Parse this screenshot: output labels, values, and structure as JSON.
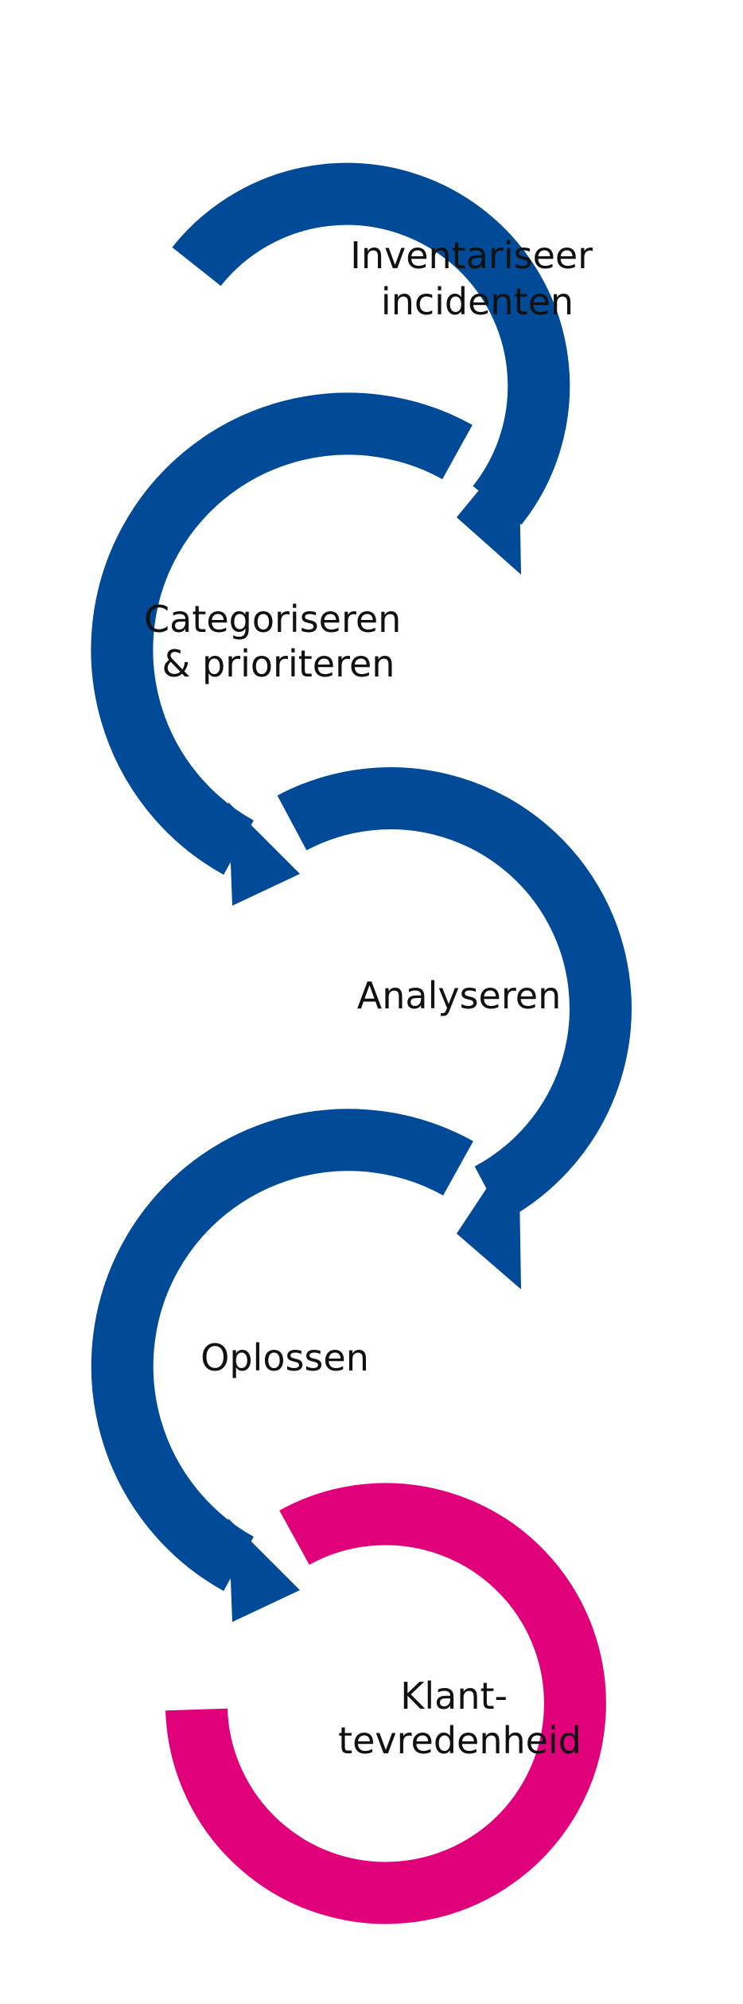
{
  "colors": {
    "process_arrow": "#004a97",
    "final_ring": "#e0007a",
    "text": "#111111",
    "background": "#ffffff"
  },
  "steps": [
    {
      "line1": "Inventariseer",
      "line2": "incidenten"
    },
    {
      "line1": "Categoriseren",
      "line2": "& prioriteren"
    },
    {
      "line1": "Analyseren"
    },
    {
      "line1": "Oplossen"
    },
    {
      "line1": "Klant-",
      "line2": "tevredenheid"
    }
  ]
}
